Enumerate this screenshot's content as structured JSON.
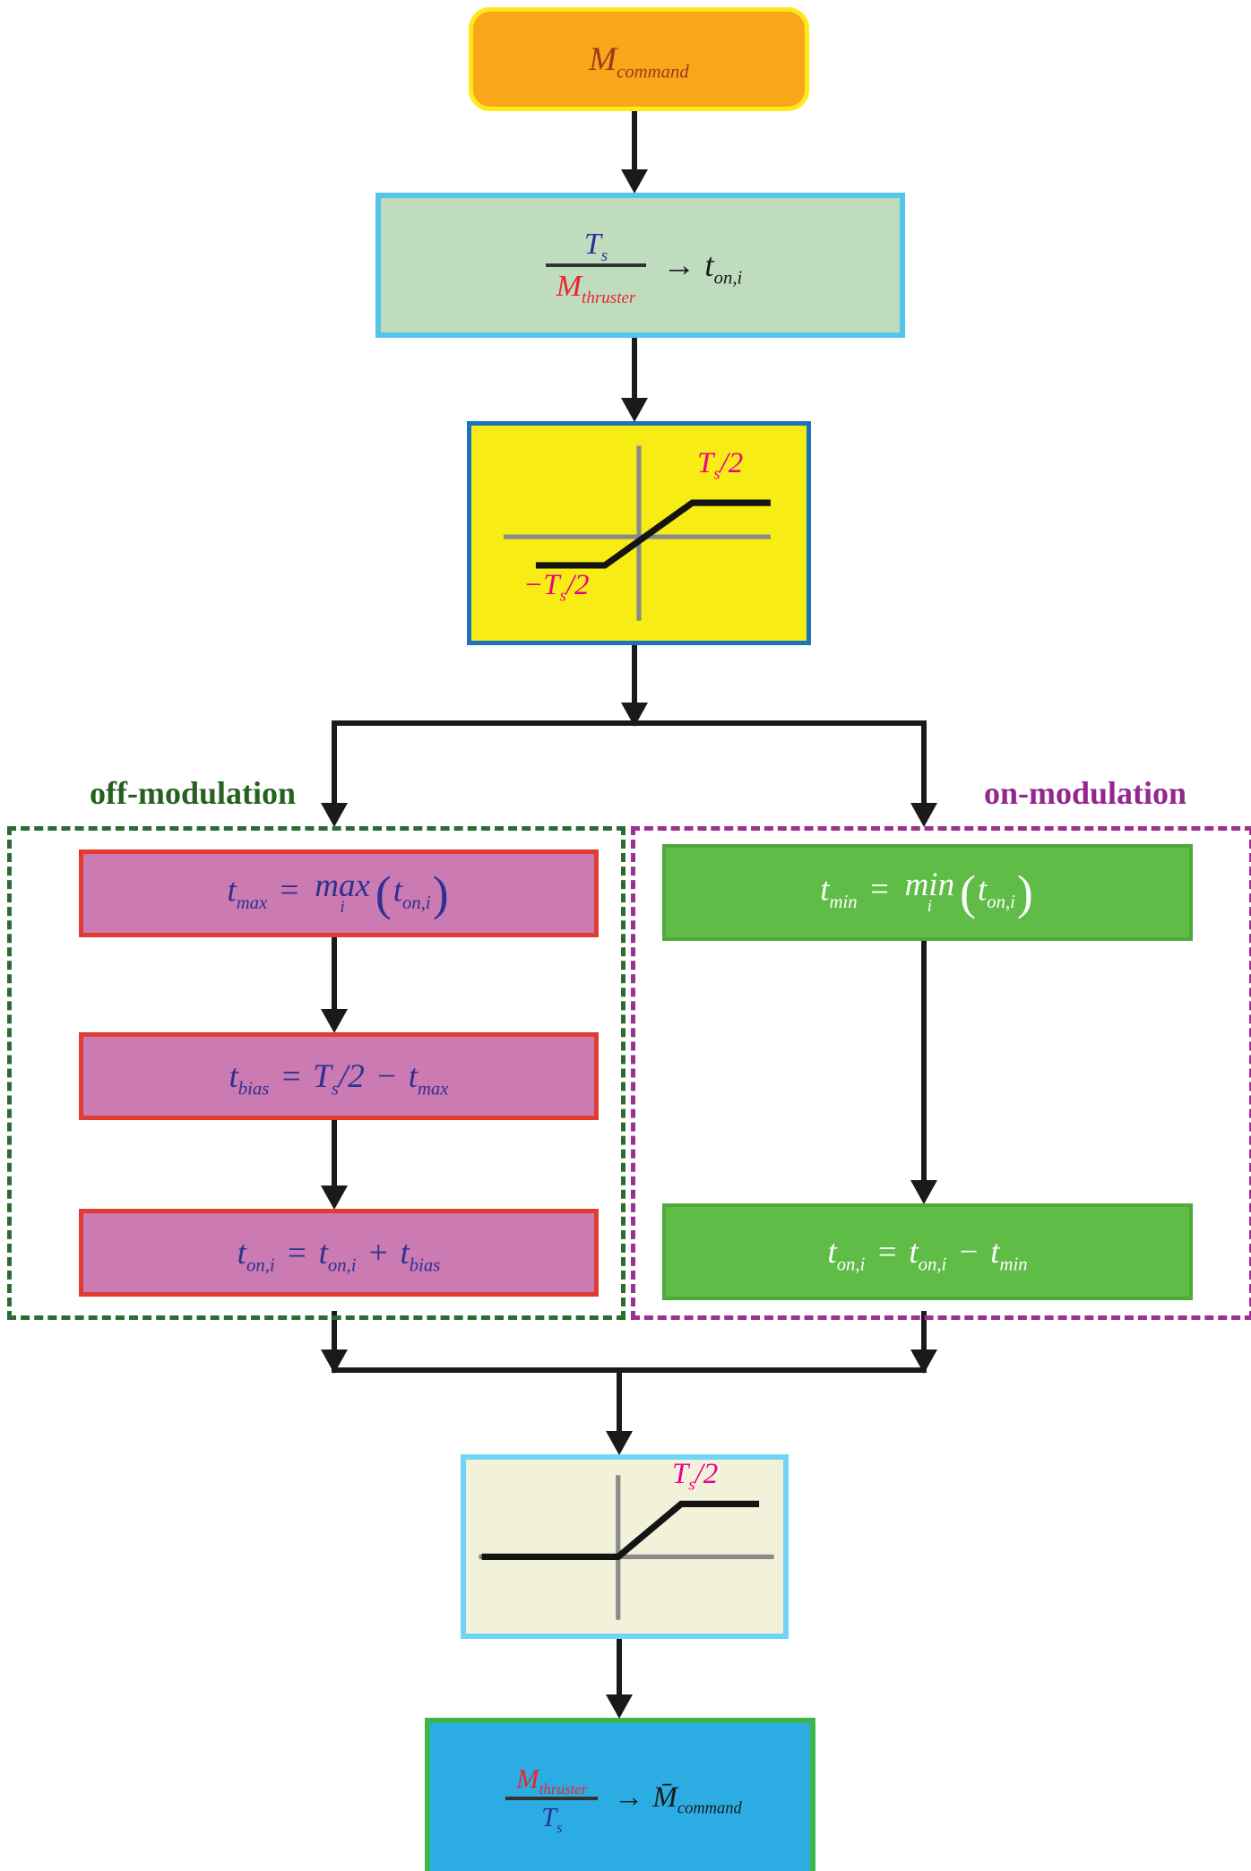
{
  "colors": {
    "arrow": "#1a1a1a",
    "command_box_fill": "#FAA61A",
    "command_box_border": "#FFE81A",
    "command_text": "#9A3B1C",
    "convert_box_fill": "#BFDCBF",
    "convert_box_border": "#53C6EA",
    "saturation1_fill": "#F7EC13",
    "saturation1_border": "#1B74BB",
    "saturation2_fill": "#F2F2DB",
    "saturation2_border": "#70D4F4",
    "axis_gray": "#8A8A8A",
    "curve_black": "#141414",
    "magenta_label": "#EC008C",
    "off_dash_border": "#2E6B33",
    "off_label_text": "#26611F",
    "pink_box_fill": "#CB7AB2",
    "pink_box_border": "#E03C31",
    "pink_eq_text": "#2E3192",
    "on_dash_border": "#9B3192",
    "on_label_text": "#92278F",
    "green_box_fill": "#5FBC47",
    "green_box_border": "#4EA93B",
    "green_eq_text": "#FFFFFF",
    "blue_math": "#2E3192",
    "red_math": "#E8262D",
    "dark_math": "#1A1A1A",
    "frac_bar": "#333333",
    "output_box_fill": "#2BADE4",
    "output_box_border": "#3DB54A"
  },
  "nodes": {
    "command_input": {
      "base": "M",
      "sub": "command"
    },
    "convert_to_time": {
      "num_base": "T",
      "num_sub": "s",
      "den_base": "M",
      "den_sub": "thruster",
      "arrow": "→",
      "res_base": "t",
      "res_sub": "on,i"
    },
    "saturation1": {
      "upper_base": "T",
      "upper_sub": "s",
      "upper_rest": "/2",
      "lower_sign": "−",
      "lower_base": "T",
      "lower_sub": "s",
      "lower_rest": "/2"
    },
    "off_modulation": {
      "label": "off-modulation",
      "eq_tmax": {
        "lhs_base": "t",
        "lhs_sub": "max",
        "equals": "=",
        "fn": "max",
        "fn_sub": "i",
        "open": "(",
        "arg_base": "t",
        "arg_sub": "on,i",
        "close": ")"
      },
      "eq_tbias": {
        "lhs_base": "t",
        "lhs_sub": "bias",
        "equals": "=",
        "t1_base": "T",
        "t1_sub": "s",
        "t1_rest": "/2",
        "op": "−",
        "t2_base": "t",
        "t2_sub": "max"
      },
      "eq_update": {
        "lhs_base": "t",
        "lhs_sub": "on,i",
        "equals": "=",
        "t1_base": "t",
        "t1_sub": "on,i",
        "op": "+",
        "t2_base": "t",
        "t2_sub": "bias"
      }
    },
    "on_modulation": {
      "label": "on-modulation",
      "eq_tmin": {
        "lhs_base": "t",
        "lhs_sub": "min",
        "equals": "=",
        "fn": "min",
        "fn_sub": "i",
        "open": "(",
        "arg_base": "t",
        "arg_sub": "on,i",
        "close": ")"
      },
      "eq_update": {
        "lhs_base": "t",
        "lhs_sub": "on,i",
        "equals": "=",
        "t1_base": "t",
        "t1_sub": "on,i",
        "op": "−",
        "t2_base": "t",
        "t2_sub": "min"
      }
    },
    "saturation2": {
      "upper_base": "T",
      "upper_sub": "s",
      "upper_rest": "/2"
    },
    "convert_to_moment": {
      "num_base": "M",
      "num_sub": "thruster",
      "den_base": "T",
      "den_sub": "s",
      "arrow": "→",
      "res_base": "M̄",
      "res_sub": "command"
    }
  }
}
